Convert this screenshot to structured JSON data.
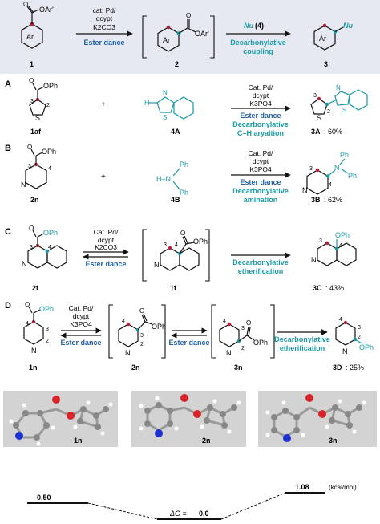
{
  "top": {
    "sm_ester": "OAr'",
    "sm_ring": "Ar",
    "cond1": "cat. Pd/",
    "cond2": "dcypt",
    "cond3": "K2CO3",
    "step1": "Ester dance",
    "int_ester": "OAr'",
    "int_ring": "Ar",
    "nu": "Nu",
    "nu_num": "(4)",
    "step2a": "Decarbonylative",
    "step2b": "coupling",
    "prod_ring": "Ar",
    "prod_nu": "Nu",
    "label1": "1",
    "label2": "2",
    "label3": "3"
  },
  "A": {
    "tag": "A",
    "sm_ester": "OPh",
    "pos3": "3",
    "pos2": "2",
    "hetero": "S",
    "sm_label": "1af",
    "plus": "+",
    "h": "H",
    "n": "N",
    "s2": "S",
    "nu_label": "4A",
    "c1": "Cat. Pd/",
    "c2": "dcypt",
    "c3": "K3PO4",
    "s1": "Ester dance",
    "s2a": "Decarbonylative",
    "s2b": "C–H aryaltion",
    "ppos3": "3",
    "ppos2": "2",
    "pS": "S",
    "pS2": "S",
    "pN": "N",
    "prod_label": "3A",
    "yield": ": 60%"
  },
  "B": {
    "tag": "B",
    "sm_ester": "OPh",
    "pos3": "3",
    "pos4": "4",
    "n": "N",
    "sm_label": "2n",
    "plus": "+",
    "ph1": "Ph",
    "ph2": "Ph",
    "hn": "H–N",
    "nu_label": "4B",
    "c1": "Cat. Pd/",
    "c2": "dcypt",
    "c3": "K3PO4",
    "s1": "Ester dance",
    "s2a": "Decarbonylative",
    "s2b": "amination",
    "ppos3": "3",
    "ppos4": "4",
    "pN": "N",
    "pPh1": "Ph",
    "pPh2": "Ph",
    "pNN": "N",
    "prod_label": "3B",
    "yield": ": 62%"
  },
  "C": {
    "tag": "C",
    "sm_ester": "OPh",
    "pos3": "3",
    "pos4": "4",
    "n": "N",
    "sm_label": "2t",
    "c1": "Cat. Pd/",
    "c2": "dcypt",
    "c3": "K2CO3",
    "s1": "Ester dance",
    "int_ester": "OPh",
    "ipos3": "3",
    "ipos4": "4",
    "iN": "N",
    "int_label": "1t",
    "s2a": "Decarbonylative",
    "s2b": "etherification",
    "pOPh": "OPh",
    "ppos3": "3",
    "ppos4": "4",
    "pN": "N",
    "prod_label": "3C",
    "yield": ": 43%"
  },
  "D": {
    "tag": "D",
    "sm_ester": "OPh",
    "pos4": "4",
    "pos3": "3",
    "pos2": "2",
    "n": "N",
    "sm_label": "1n",
    "c1": "Cat. Pd/",
    "c2": "dcypt",
    "c3": "K3PO4",
    "s1": "Ester dance",
    "i1_ester": "OPh",
    "i1pos4": "4",
    "i1pos3": "3",
    "i1pos2": "2",
    "i1N": "N",
    "i1_label": "2n",
    "s1b": "Ester dance",
    "i2_ester": "OPh",
    "i2pos4": "4",
    "i2pos3": "3",
    "i2pos2": "2",
    "i2N": "N",
    "i2_label": "3n",
    "s2a": "Decarbonylative",
    "s2b": "etherification",
    "ppos4": "4",
    "ppos3": "3",
    "ppos2": "2",
    "pN": "N",
    "pOPh": "OPh",
    "prod_label": "3D",
    "yield": ": 25%"
  },
  "models": {
    "m1": "1n",
    "m2": "2n",
    "m3": "3n"
  },
  "energy": {
    "e1": "0.50",
    "e2_prefix": "ΔG = ",
    "e2": "0.0",
    "e3": "1.08",
    "unit": "(kcal/mol)"
  }
}
